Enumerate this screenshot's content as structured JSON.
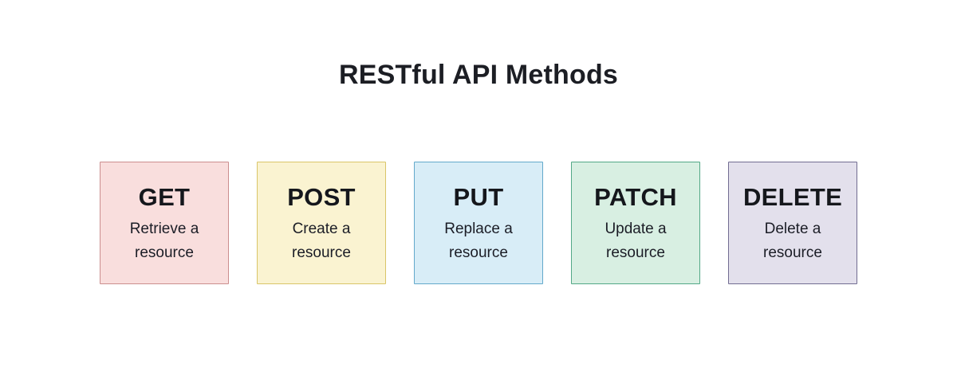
{
  "page": {
    "title": "RESTful API Methods",
    "background_color": "#ffffff",
    "title_color": "#1c1e24",
    "text_color": "#15171c"
  },
  "cards": [
    {
      "label": "GET",
      "description": "Retrieve a resource",
      "bg_color": "#f9dedd",
      "border_color": "#cb8e8e"
    },
    {
      "label": "POST",
      "description": "Create a resource",
      "bg_color": "#faf3d1",
      "border_color": "#d9c568"
    },
    {
      "label": "PUT",
      "description": "Replace a resource",
      "bg_color": "#d8edf7",
      "border_color": "#63a9cb"
    },
    {
      "label": "PATCH",
      "description": "Update a resource",
      "bg_color": "#d8efe2",
      "border_color": "#52a886"
    },
    {
      "label": "DELETE",
      "description": "Delete a resource",
      "bg_color": "#e3e0ec",
      "border_color": "#716c91"
    }
  ]
}
